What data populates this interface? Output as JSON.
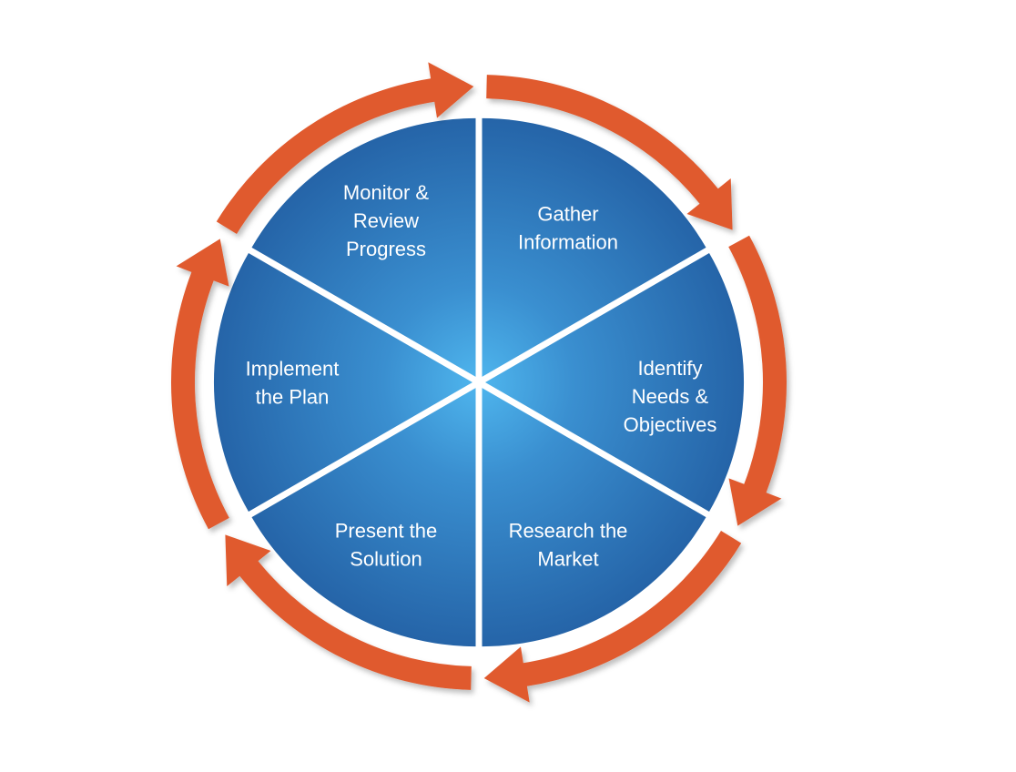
{
  "colors": {
    "arrow": "#E05A2E",
    "segment_center": "#4FB6EE",
    "segment_edge": "#2462A6",
    "text": "#ffffff",
    "background": "#ffffff"
  },
  "cycle": {
    "steps": [
      {
        "key": "gather",
        "lines": [
          "Gather",
          "Information"
        ]
      },
      {
        "key": "identify",
        "lines": [
          "Identify",
          "Needs &",
          "Objectives"
        ]
      },
      {
        "key": "research",
        "lines": [
          "Research the",
          "Market"
        ]
      },
      {
        "key": "present",
        "lines": [
          "Present the",
          "Solution"
        ]
      },
      {
        "key": "implement",
        "lines": [
          "Implement",
          "the Plan"
        ]
      },
      {
        "key": "monitor",
        "lines": [
          "Monitor &",
          "Review",
          "Progress"
        ]
      }
    ]
  }
}
